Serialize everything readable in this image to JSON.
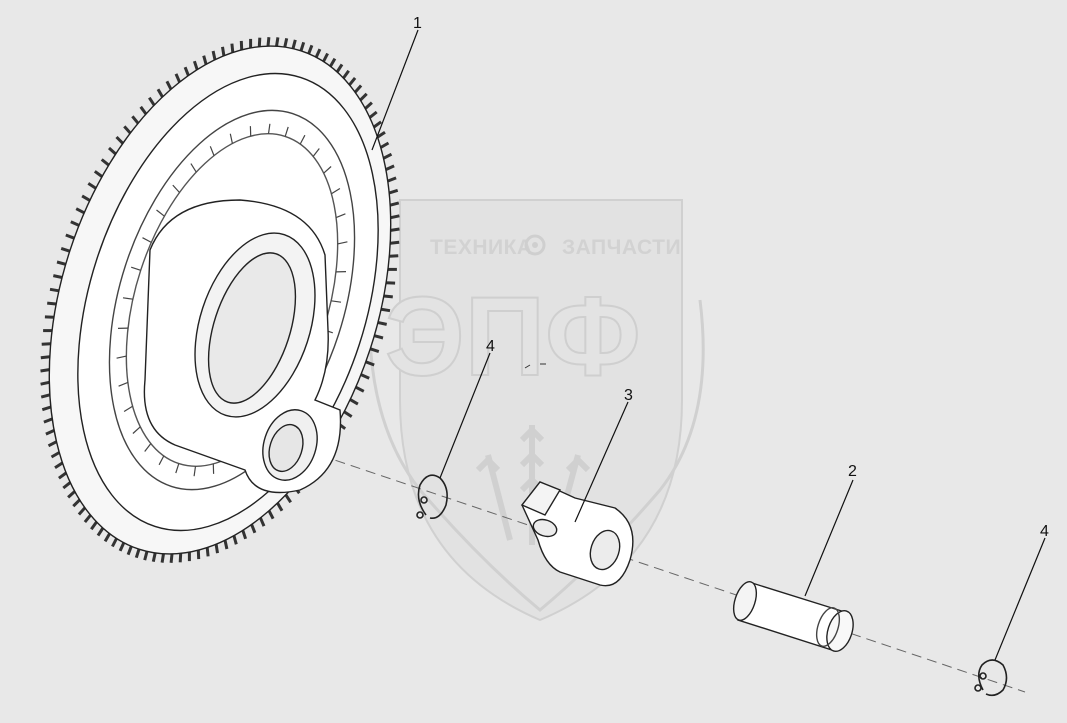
{
  "watermark": {
    "line1_left": "ТЕХНИКА",
    "line1_right": "ЗАПЧАСТИ",
    "logo": "ЭПФ",
    "gear_icon": "gear-icon",
    "wheat_icon": "wheat-icon"
  },
  "callouts": {
    "gear": "1",
    "pin": "2",
    "bracket": "3",
    "ring_left": "4",
    "ring_right": "4"
  },
  "colors": {
    "background": "#e8e8e8",
    "line": "#222222",
    "part_fill": "#ffffff",
    "watermark": "#d4d4d4"
  }
}
